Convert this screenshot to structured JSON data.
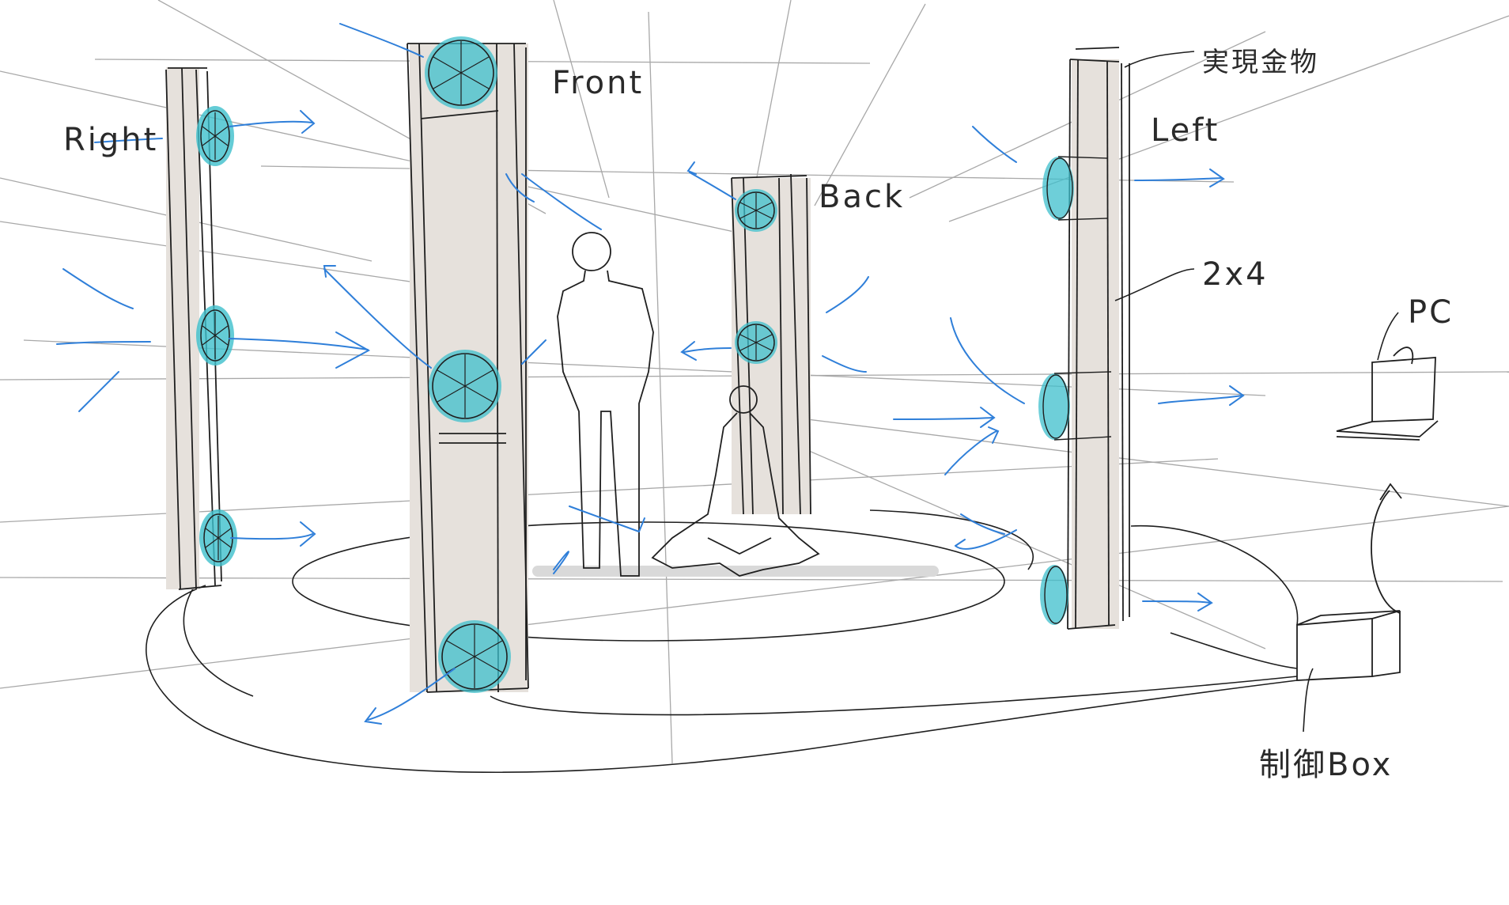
{
  "labels": {
    "right": "Right",
    "front": "Front",
    "back": "Back",
    "left": "Left",
    "jig": "実現金物",
    "lumber": "2x4",
    "pc": "PC",
    "control_box": "制御Box"
  },
  "colors": {
    "fan": "#3dbfcc",
    "arrow": "#2f7fd9",
    "pillar": "#e6e1dc",
    "ink": "#1f1f1f",
    "guide": "#9a9a9a",
    "shadow": "#d9d9d9"
  }
}
